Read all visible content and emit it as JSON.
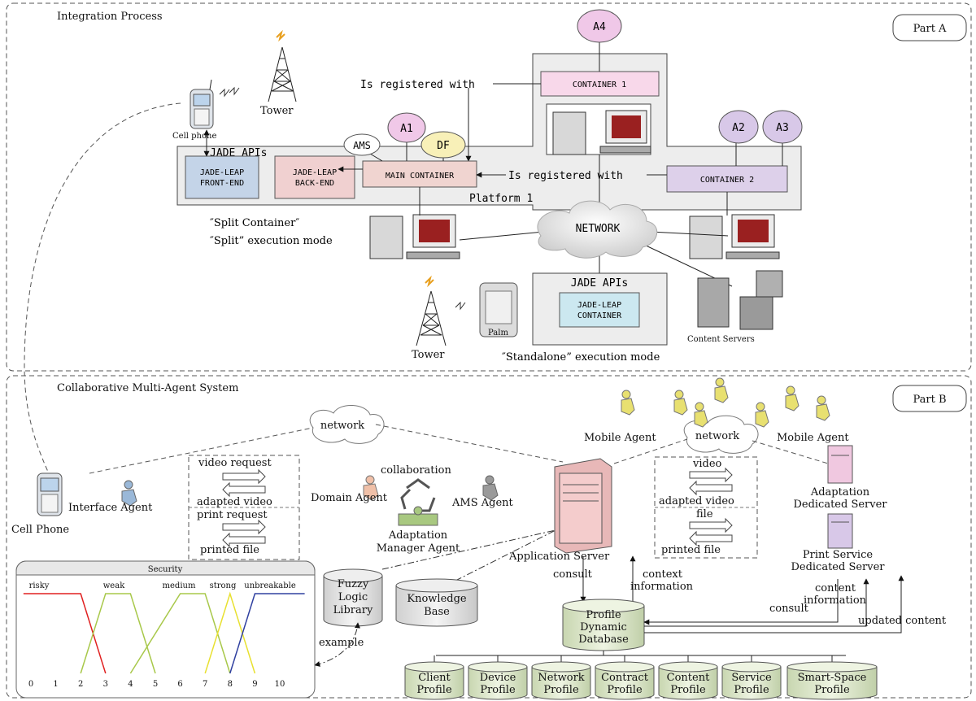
{
  "part_a": {
    "section_title": "Integration Process",
    "tag": "Part A",
    "agents": {
      "a4": "A4",
      "a1": "A1",
      "a2": "A2",
      "a3": "A3",
      "ams": "AMS",
      "df": "DF"
    },
    "container1": "CONTAINER 1",
    "main_container": "MAIN CONTAINER",
    "container2": "CONTAINER 2",
    "jade_apis": "JADE APIs",
    "front_end": [
      "JADE-LEAP",
      "FRONT-END"
    ],
    "back_end": [
      "JADE-LEAP",
      "BACK-END"
    ],
    "platform": "Platform 1",
    "registered_1": "Is registered with",
    "registered_2": "Is registered with",
    "cell_phone": "Cell phone",
    "tower_top": "Tower",
    "tower_bottom": "Tower",
    "palm": "Palm",
    "split_container": "″Split Container″",
    "split_mode": "″Split” execution mode",
    "network": "NETWORK",
    "standalone_apis": "JADE APIs",
    "standalone_container": [
      "JADE-LEAP",
      "CONTAINER"
    ],
    "standalone_mode": "″Standalone” execution mode",
    "content_servers": "Content Servers"
  },
  "part_b": {
    "section_title": "Collaborative Multi-Agent System",
    "tag": "Part B",
    "network_left": "network",
    "network_right": "network",
    "mobile_agent_1": "Mobile Agent",
    "mobile_agent_2": "Mobile Agent",
    "cell_phone": "Cell Phone",
    "interface_agent": "Interface Agent",
    "video_request": "video request",
    "adapted_video": "adapted video",
    "print_request": "print request",
    "printed_file": "printed file",
    "collaboration": "collaboration",
    "domain_agent": "Domain Agent",
    "ams_agent": "AMS Agent",
    "adaptation_manager": [
      "Adaptation",
      "Manager Agent"
    ],
    "application_server": "Application Server",
    "video": "video",
    "adapted_video_r": "adapted video",
    "file": "file",
    "printed_file_r": "printed file",
    "adaptation_server": [
      "Adaptation",
      "Dedicated Server"
    ],
    "print_server": [
      "Print Service",
      "Dedicated Server"
    ],
    "fuzzy": [
      "Fuzzy",
      "Logic",
      "Library"
    ],
    "knowledge": [
      "Knowledge",
      "Base"
    ],
    "consult_1": "consult",
    "context_info": [
      "context",
      "information"
    ],
    "consult_2": "consult",
    "content_info": [
      "content",
      "information"
    ],
    "updated_content": "updated content",
    "profile_db": [
      "Profile",
      "Dynamic",
      "Database"
    ],
    "example": "example",
    "profiles": [
      [
        "Client",
        "Profile"
      ],
      [
        "Device",
        "Profile"
      ],
      [
        "Network",
        "Profile"
      ],
      [
        "Contract",
        "Profile"
      ],
      [
        "Content",
        "Profile"
      ],
      [
        "Service",
        "Profile"
      ],
      [
        "Smart-Space",
        "Profile"
      ]
    ]
  },
  "security_chart": {
    "title": "Security",
    "categories": [
      "risky",
      "weak",
      "medium",
      "strong",
      "unbreakable"
    ],
    "ticks": [
      "0",
      "1",
      "2",
      "3",
      "4",
      "5",
      "6",
      "7",
      "8",
      "9",
      "10"
    ]
  },
  "chart_data": {
    "type": "line",
    "title": "Security",
    "xlim": [
      0,
      10
    ],
    "ylim": [
      0,
      1
    ],
    "x_ticks": [
      0,
      1,
      2,
      3,
      4,
      5,
      6,
      7,
      8,
      9,
      10
    ],
    "series": [
      {
        "name": "risky",
        "color": "#e02020",
        "points": [
          [
            -0.3,
            1
          ],
          [
            2,
            1
          ],
          [
            3,
            0
          ]
        ]
      },
      {
        "name": "weak",
        "color": "#a8c84a",
        "points": [
          [
            2,
            0
          ],
          [
            3,
            1
          ],
          [
            4,
            1
          ],
          [
            5,
            0
          ]
        ]
      },
      {
        "name": "medium",
        "color": "#a8c84a",
        "points": [
          [
            4,
            0
          ],
          [
            6,
            1
          ],
          [
            7,
            1
          ],
          [
            8,
            0
          ]
        ]
      },
      {
        "name": "strong",
        "color": "#e8e030",
        "points": [
          [
            7,
            0
          ],
          [
            8,
            1
          ],
          [
            9,
            0
          ]
        ]
      },
      {
        "name": "unbreakable",
        "color": "#3040a0",
        "points": [
          [
            8,
            0
          ],
          [
            9,
            1
          ],
          [
            11,
            1
          ]
        ]
      }
    ]
  },
  "colors": {
    "agent_pink": "#f0c8e8",
    "agent_purple": "#d8c8e8",
    "df_yellow": "#f8f0b8",
    "container_pink": "#f8d8ea",
    "container_purple": "#ddd0ea",
    "main_container": "#f0d4d0",
    "front_end": "#c4d4e8",
    "back_end": "#f0d0d0",
    "standalone": "#cce8f0",
    "profile_green": "#e4ecd4"
  }
}
